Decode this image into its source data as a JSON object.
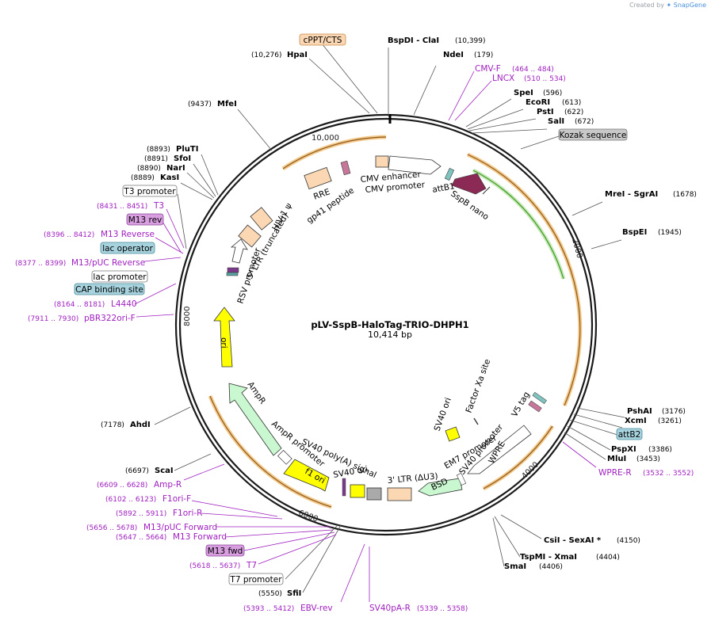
{
  "credit": {
    "prefix": "Created by",
    "brand": "SnapGene"
  },
  "plasmid": {
    "name": "pLV-SspB-HaloTag-TRIO-DHPH1",
    "length_label": "10,414 bp"
  },
  "colors": {
    "enzyme": "#000000",
    "primer": "#a020c0",
    "backbone": "#1a1a1a",
    "orange_arc": "#f0a030",
    "green_arc": "#3c9a1c",
    "feature_label_box": "#f7d6b8"
  },
  "ticks": [
    "10,000",
    "2000",
    "4000",
    "6000",
    "8000"
  ],
  "enzymes": [
    {
      "name": "BspDI  -  ClaI",
      "pos": "(10,399)"
    },
    {
      "name": "NdeI",
      "pos": "(179)"
    },
    {
      "name": "HpaI",
      "pos": "(10,276)"
    },
    {
      "name": "SpeI",
      "pos": "(596)"
    },
    {
      "name": "EcoRI",
      "pos": "(613)"
    },
    {
      "name": "PstI",
      "pos": "(622)"
    },
    {
      "name": "SalI",
      "pos": "(672)"
    },
    {
      "name": "MfeI",
      "pos": "(9437)"
    },
    {
      "name": "PluTI",
      "pos": "(8893)"
    },
    {
      "name": "SfoI",
      "pos": "(8891)"
    },
    {
      "name": "NarI",
      "pos": "(8890)"
    },
    {
      "name": "KasI",
      "pos": "(8889)"
    },
    {
      "name": "MreI  -  SgrAI",
      "pos": "(1678)"
    },
    {
      "name": "BspEI",
      "pos": "(1945)"
    },
    {
      "name": "PshAI",
      "pos": "(3176)"
    },
    {
      "name": "XcmI",
      "pos": "(3261)"
    },
    {
      "name": "PspXI",
      "pos": "(3386)"
    },
    {
      "name": "MluI",
      "pos": "(3453)"
    },
    {
      "name": "AhdI",
      "pos": "(7178)"
    },
    {
      "name": "ScaI",
      "pos": "(6697)"
    },
    {
      "name": "CsiI  -  SexAI *",
      "pos": "(4150)"
    },
    {
      "name": "TspMI  -  XmaI",
      "pos": "(4404)"
    },
    {
      "name": "SmaI",
      "pos": "(4406)"
    },
    {
      "name": "SfiI",
      "pos": "(5550)"
    }
  ],
  "primers": [
    {
      "name": "CMV-F",
      "pos": "(464 .. 484)"
    },
    {
      "name": "LNCX",
      "pos": "(510 .. 534)"
    },
    {
      "name": "T3",
      "pos": "(8431 .. 8451)"
    },
    {
      "name": "M13 Reverse",
      "pos": "(8396 .. 8412)"
    },
    {
      "name": "M13/pUC Reverse",
      "pos": "(8377 .. 8399)"
    },
    {
      "name": "L4440",
      "pos": "(8164 .. 8181)"
    },
    {
      "name": "pBR322ori-F",
      "pos": "(7911 .. 7930)"
    },
    {
      "name": "WPRE-R",
      "pos": "(3532 .. 3552)"
    },
    {
      "name": "Amp-R",
      "pos": "(6609 .. 6628)"
    },
    {
      "name": "F1ori-F",
      "pos": "(6102 .. 6123)"
    },
    {
      "name": "F1ori-R",
      "pos": "(5892 .. 5911)"
    },
    {
      "name": "M13/pUC Forward",
      "pos": "(5656 .. 5678)"
    },
    {
      "name": "M13 Forward",
      "pos": "(5647 .. 5664)"
    },
    {
      "name": "T7",
      "pos": "(5618 .. 5637)"
    },
    {
      "name": "EBV-rev",
      "pos": "(5393 .. 5412)"
    },
    {
      "name": "SV40pA-R",
      "pos": "(5339 .. 5358)"
    }
  ],
  "boxed_labels": {
    "cppt": "cPPT/CTS",
    "kozak": "Kozak sequence",
    "t3_promoter": "T3 promoter",
    "m13_rev": "M13 rev",
    "lac_operator": "lac operator",
    "lac_promoter": "lac promoter",
    "cap_site": "CAP binding site",
    "attb2": "attB2",
    "m13_fwd": "M13 fwd",
    "t7_promoter": "T7 promoter"
  },
  "features": {
    "cmv_enhancer": "CMV enhancer",
    "cmv_promoter": "CMV promoter",
    "attb1": "attB1",
    "sspb_nano": "SspB nano",
    "rre": "RRE",
    "gp41": "gp41 peptide",
    "hiv_psi": "HIV-1 ψ",
    "ltr5": "5' LTR (truncated)",
    "rsv_promoter": "RSV promoter",
    "ori": "ori",
    "ampr": "AmpR",
    "ampr_promoter": "AmpR promoter",
    "f1_ori": "f1 ori",
    "sv40_polya": "SV40 poly(A) signal",
    "sv40_ori_bottom": "SV40 ori",
    "ltr3": "3' LTR (ΔU3)",
    "bsd": "BSD",
    "em7_promoter": "EM7 promoter",
    "sv40_promoter": "SV40 promoter",
    "wpre": "WPRE",
    "v5_tag": "V5 tag",
    "sv40_ori_center": "SV40 ori",
    "factor_xa": "Factor Xa site"
  }
}
